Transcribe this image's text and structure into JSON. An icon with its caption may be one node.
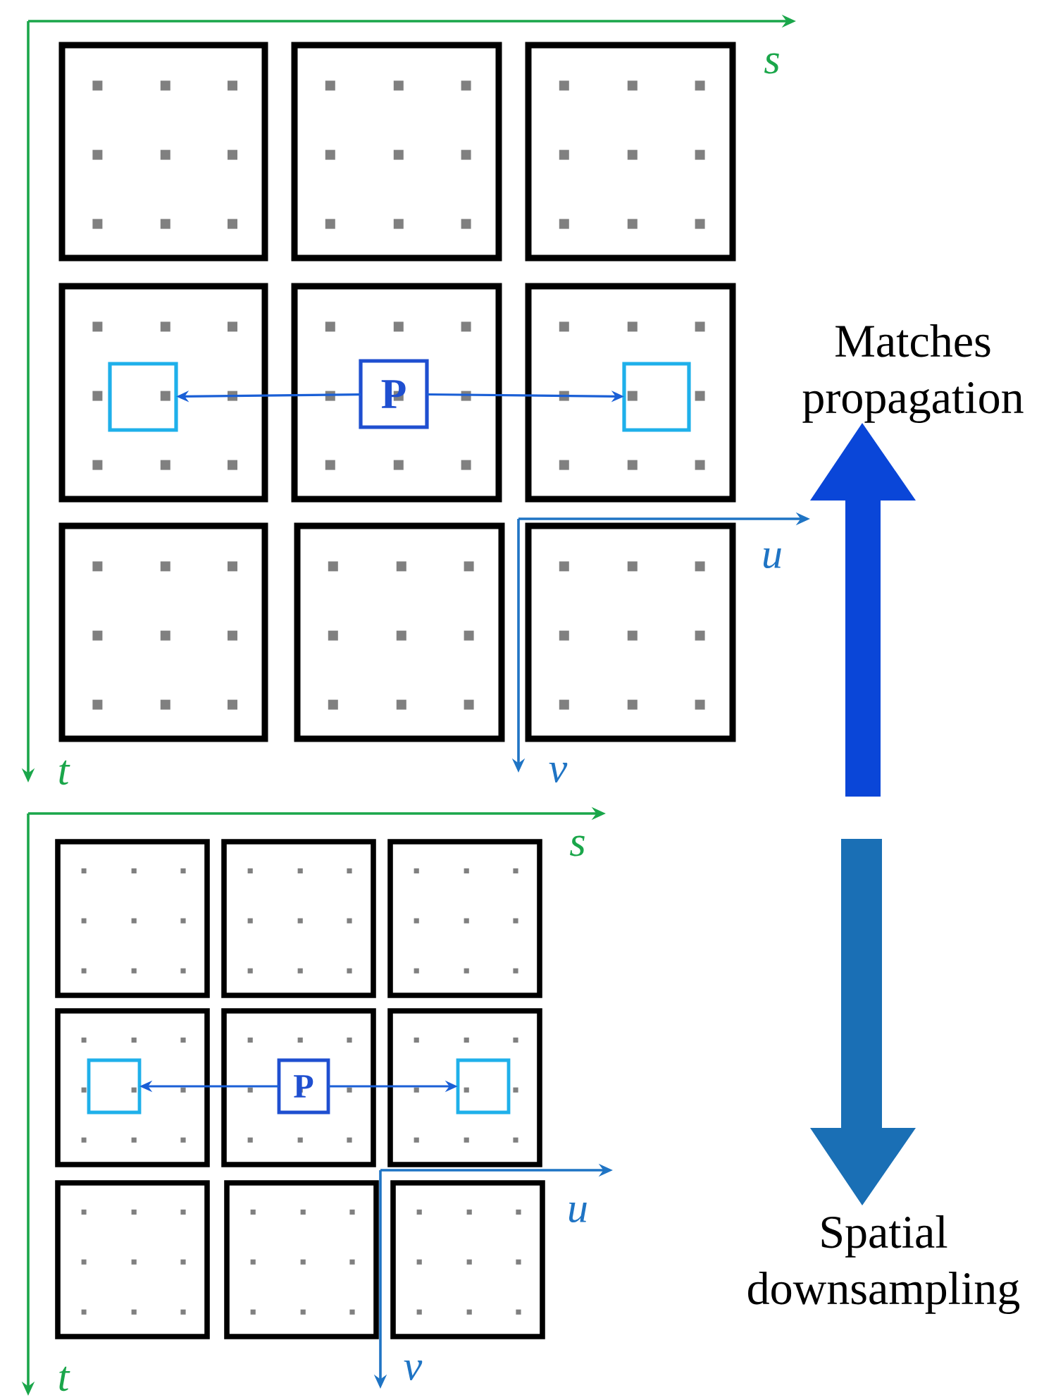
{
  "diagram": {
    "nodes": [
      {
        "text": [],
        "shape": "box"
      },
      {
        "text": [],
        "shape": "box"
      },
      {
        "text": [],
        "shape": "box"
      },
      {
        "text": [],
        "shape": "box"
      },
      {
        "text": [],
        "shape": "box",
        "in": 3
      },
      {
        "text": [],
        "shape": "box"
      },
      {
        "text": [
          "P"
        ],
        "in": 5
      },
      {
        "text": [],
        "shape": "box"
      },
      {
        "text": [],
        "shape": "box",
        "in": 7
      },
      {
        "text": [],
        "shape": "box"
      },
      {
        "text": [],
        "shape": "box"
      },
      {
        "text": [],
        "shape": "box"
      },
      {
        "text": [],
        "shape": "box"
      },
      {
        "text": [],
        "shape": "box"
      },
      {
        "text": [],
        "shape": "box"
      },
      {
        "text": [],
        "shape": "box"
      },
      {
        "text": [],
        "shape": "box",
        "in": 15
      },
      {
        "text": [],
        "shape": "box"
      },
      {
        "text": [
          "P"
        ],
        "in": 17
      },
      {
        "text": [],
        "shape": "box"
      },
      {
        "text": [],
        "shape": "box",
        "in": 19
      },
      {
        "text": [],
        "shape": "box"
      },
      {
        "text": [],
        "shape": "box"
      },
      {
        "text": [],
        "shape": "box"
      }
    ],
    "edges": [
      {
        "from": 6,
        "to": 4,
        "arrow": "to"
      },
      {
        "from": 6,
        "to": 8,
        "arrow": "to"
      },
      {
        "from": 18,
        "to": 16,
        "arrow": "to"
      },
      {
        "from": 18,
        "to": 20,
        "arrow": "to"
      }
    ],
    "labels": [
      "s",
      "Matches propagation",
      "u",
      "t",
      "v",
      "s",
      "u",
      "Spatial downsampling",
      "t",
      "v"
    ]
  }
}
